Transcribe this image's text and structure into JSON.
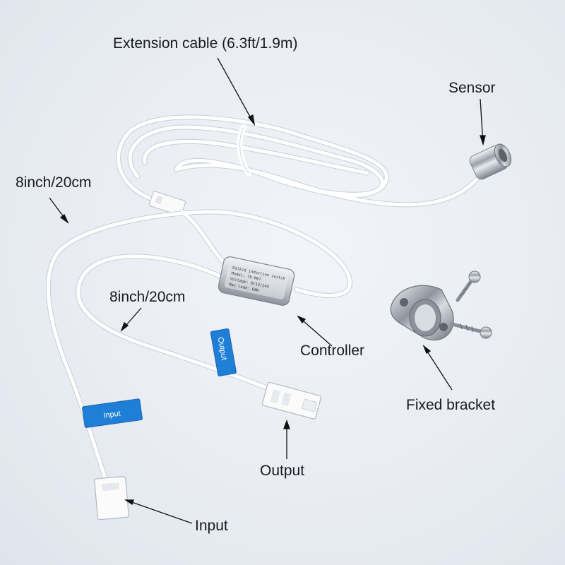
{
  "labels": {
    "extension_cable": "Extension cable (6.3ft/1.9m)",
    "sensor": "Sensor",
    "length_left": "8inch/20cm",
    "length_middle": "8inch/20cm",
    "controller": "Controller",
    "fixed_bracket": "Fixed bracket",
    "output": "Output",
    "input": "Input"
  },
  "tags": {
    "input_tag": "Input",
    "output_tag": "Output"
  },
  "controller_print": {
    "line1": "Dalkid induction switch",
    "line2": "Model: TK-M07",
    "line3": "Voltage: DC12/24V",
    "line4": "Max load: 60W"
  },
  "colors": {
    "background": "#e9edf3",
    "cable": "#ffffff",
    "tape": "#1f7fd6",
    "chrome": "#b8bcc4",
    "label_text": "#1a1a1a"
  }
}
